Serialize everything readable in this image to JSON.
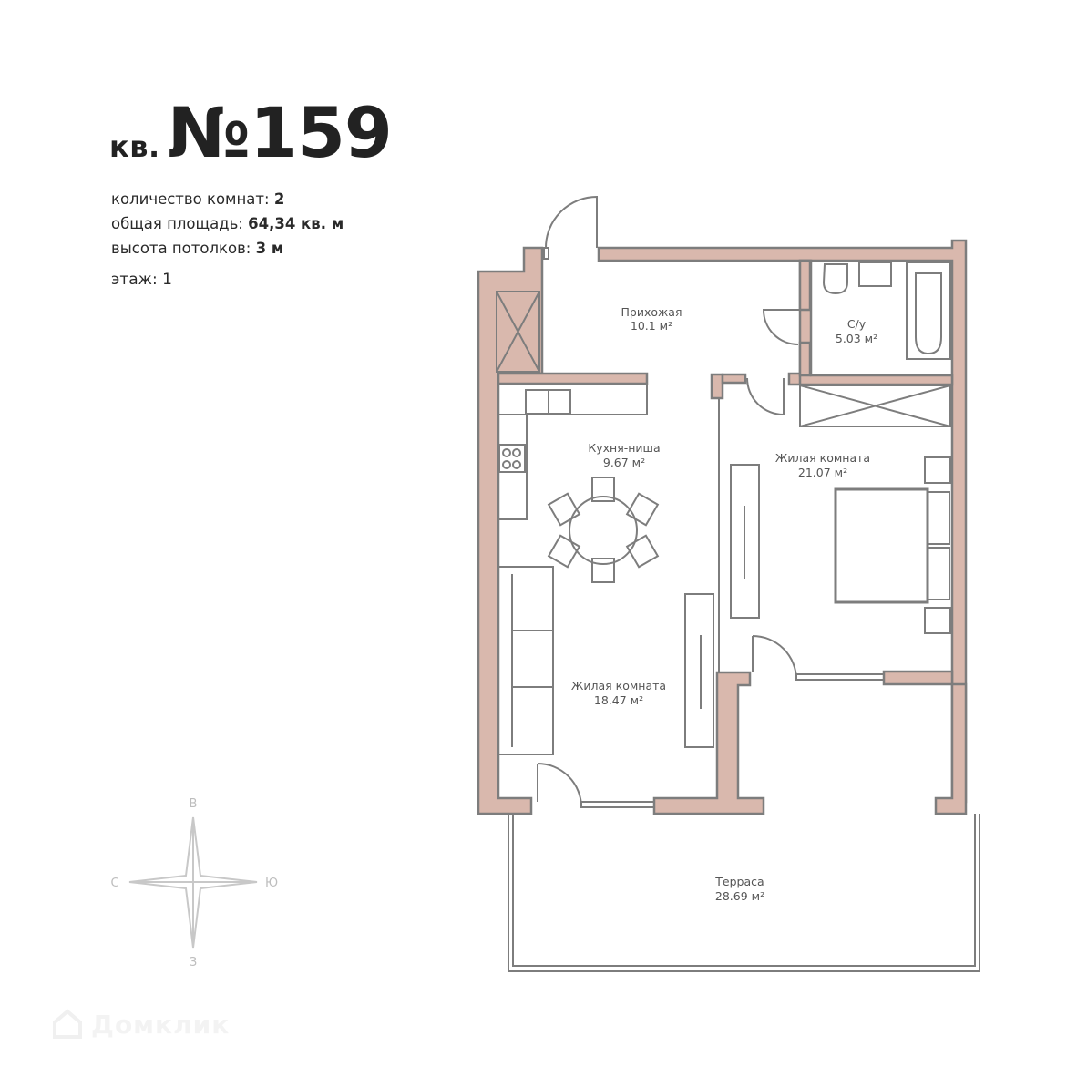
{
  "header": {
    "prefix": "кв.",
    "number": "№159"
  },
  "specs": {
    "rooms_label": "количество комнат:",
    "rooms_value": "2",
    "area_label": "общая площадь:",
    "area_value": "64,34 кв. м",
    "ceiling_label": "высота потолков:",
    "ceiling_value": "3 м",
    "floor_label": "этаж:",
    "floor_value": "1"
  },
  "rooms": [
    {
      "name": "Прихожая",
      "area": "10.1 м²"
    },
    {
      "name": "С/у",
      "area": "5.03 м²"
    },
    {
      "name": "Кухня-ниша",
      "area": "9.67 м²"
    },
    {
      "name": "Жилая комната",
      "area": "21.07 м²"
    },
    {
      "name": "Жилая комната",
      "area": "18.47 м²"
    },
    {
      "name": "Терраса",
      "area": "28.69 м²"
    }
  ],
  "compass": {
    "top": "В",
    "bottom": "З",
    "left": "С",
    "right": "Ю"
  },
  "watermark": {
    "text": "Домклик",
    "icon": "house-logo-icon"
  },
  "colors": {
    "wall_fill": "#d9b8ad",
    "line": "#7d7d7d",
    "compass": "#c8c8c8"
  }
}
